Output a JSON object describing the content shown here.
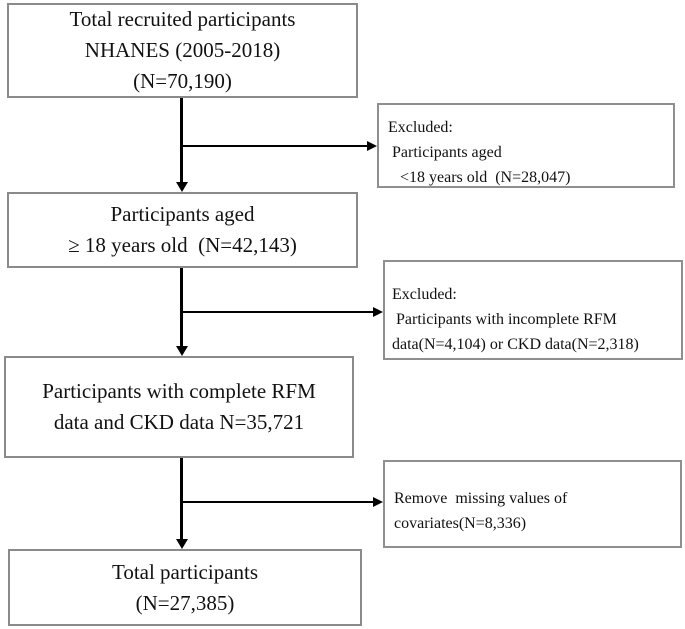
{
  "flowchart": {
    "title": "NHANES participant selection flow diagram",
    "colors": {
      "main_box_border": "#8a8a8a",
      "side_box_border": "#8f8f8f",
      "arrow": "#000000",
      "text": "#111111",
      "background": "#ffffff"
    },
    "main_boxes": [
      {
        "id": "total-recruited",
        "lines": [
          "Total recruited participants",
          "NHANES (2005-2018)",
          "(N=70,190)"
        ]
      },
      {
        "id": "aged-18plus",
        "lines": [
          "Participants aged",
          "≥ 18 years old  (N=42,143)"
        ]
      },
      {
        "id": "complete-data",
        "lines": [
          "Participants with complete RFM",
          "data and CKD data N=35,721"
        ]
      },
      {
        "id": "total-participants",
        "lines": [
          "Total participants",
          "(N=27,385)"
        ]
      }
    ],
    "side_boxes": [
      {
        "id": "excluded-age",
        "lines": [
          "Excluded:",
          " Participants aged",
          "   <18 years old  (N=28,047)"
        ]
      },
      {
        "id": "excluded-incomplete-data",
        "lines": [
          "Excluded:",
          " Participants with incomplete RFM",
          "data(N=4,104) or CKD data(N=2,318)"
        ]
      },
      {
        "id": "removed-covariates",
        "lines": [
          "Remove  missing values of",
          "covariates(N=8,336)"
        ]
      }
    ]
  }
}
